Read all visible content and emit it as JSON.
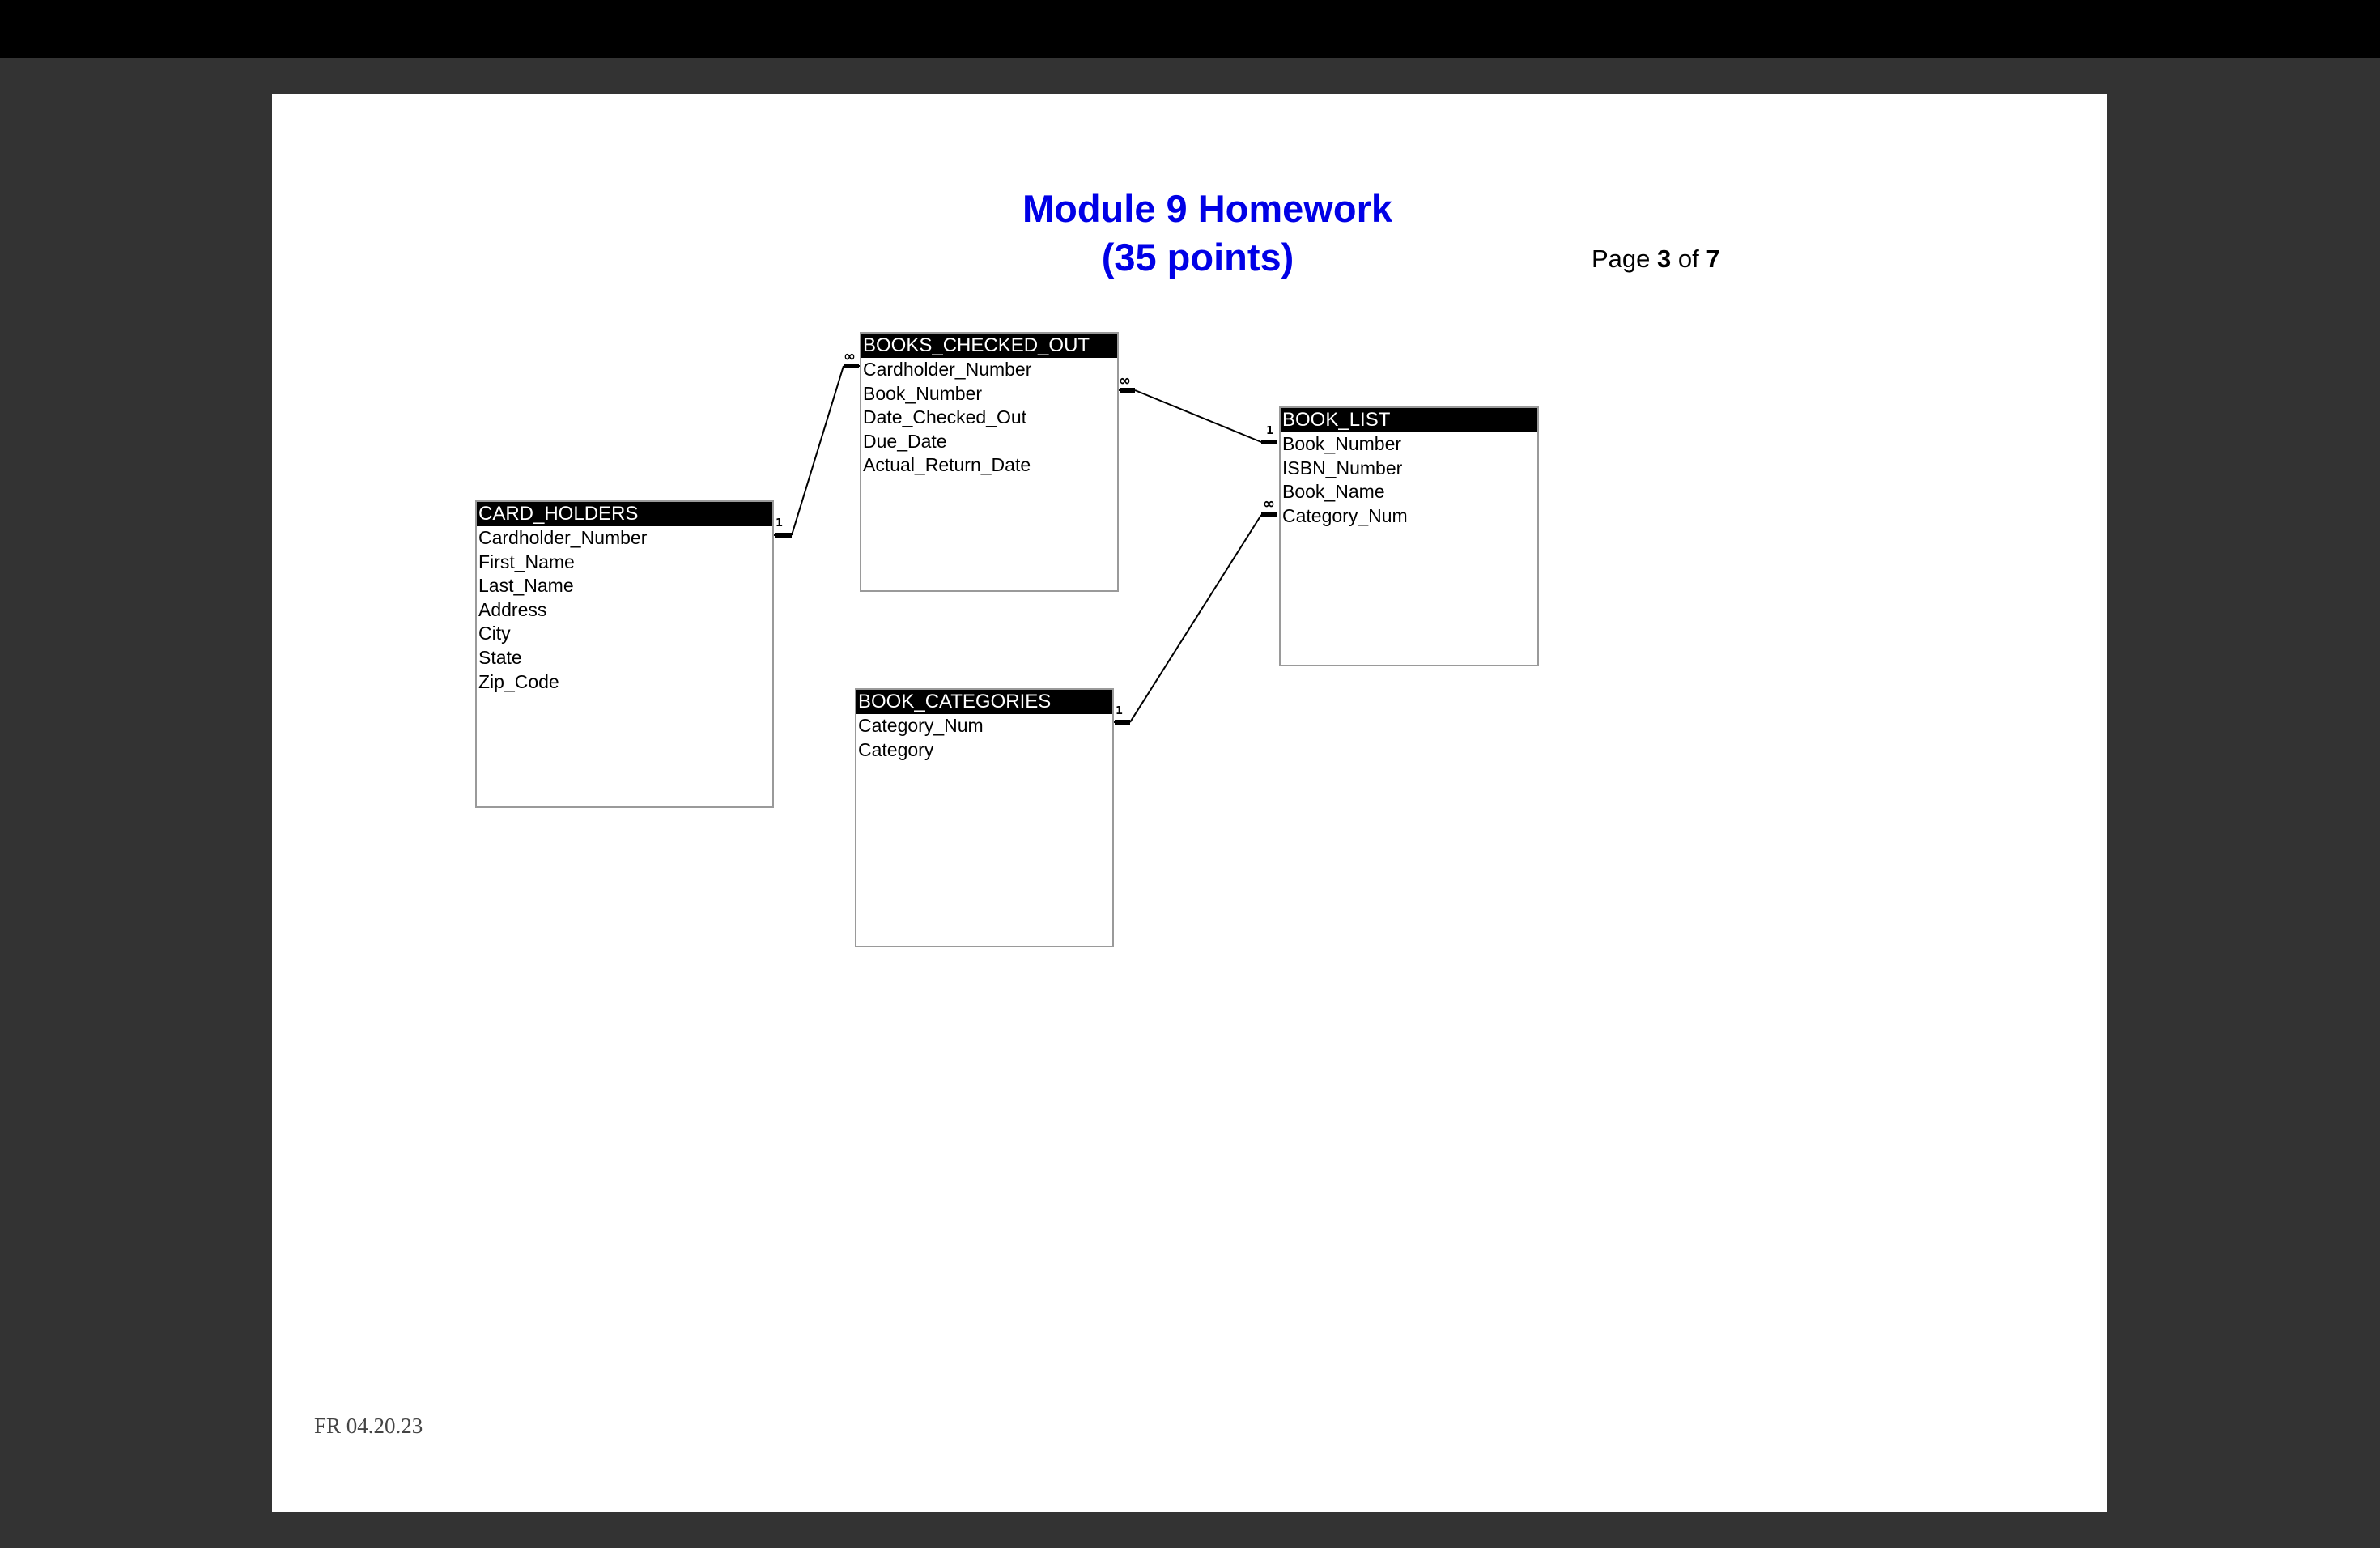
{
  "document": {
    "title_line1": "Module 9 Homework",
    "title_line2": "(35 points)",
    "page_label": "Page",
    "page_current": "3",
    "page_of": "of",
    "page_total": "7",
    "footer": "FR 04.20.23"
  },
  "tables": {
    "card_holders": {
      "name": "CARD_HOLDERS",
      "fields": [
        "Cardholder_Number",
        "First_Name",
        "Last_Name",
        "Address",
        "City",
        "State",
        "Zip_Code"
      ]
    },
    "books_checked_out": {
      "name": "BOOKS_CHECKED_OUT",
      "fields": [
        "Cardholder_Number",
        "Book_Number",
        "Date_Checked_Out",
        "Due_Date",
        "Actual_Return_Date"
      ]
    },
    "book_list": {
      "name": "BOOK_LIST",
      "fields": [
        "Book_Number",
        "ISBN_Number",
        "Book_Name",
        "Category_Num"
      ]
    },
    "book_categories": {
      "name": "BOOK_CATEGORIES",
      "fields": [
        "Category_Num",
        "Category"
      ]
    }
  },
  "relationships": [
    {
      "from": "CARD_HOLDERS.Cardholder_Number",
      "to": "BOOKS_CHECKED_OUT.Cardholder_Number",
      "from_card": "1",
      "to_card": "∞"
    },
    {
      "from": "BOOK_LIST.Book_Number",
      "to": "BOOKS_CHECKED_OUT.Book_Number",
      "from_card": "1",
      "to_card": "∞"
    },
    {
      "from": "BOOK_CATEGORIES.Category_Num",
      "to": "BOOK_LIST.Category_Num",
      "from_card": "1",
      "to_card": "∞"
    }
  ]
}
